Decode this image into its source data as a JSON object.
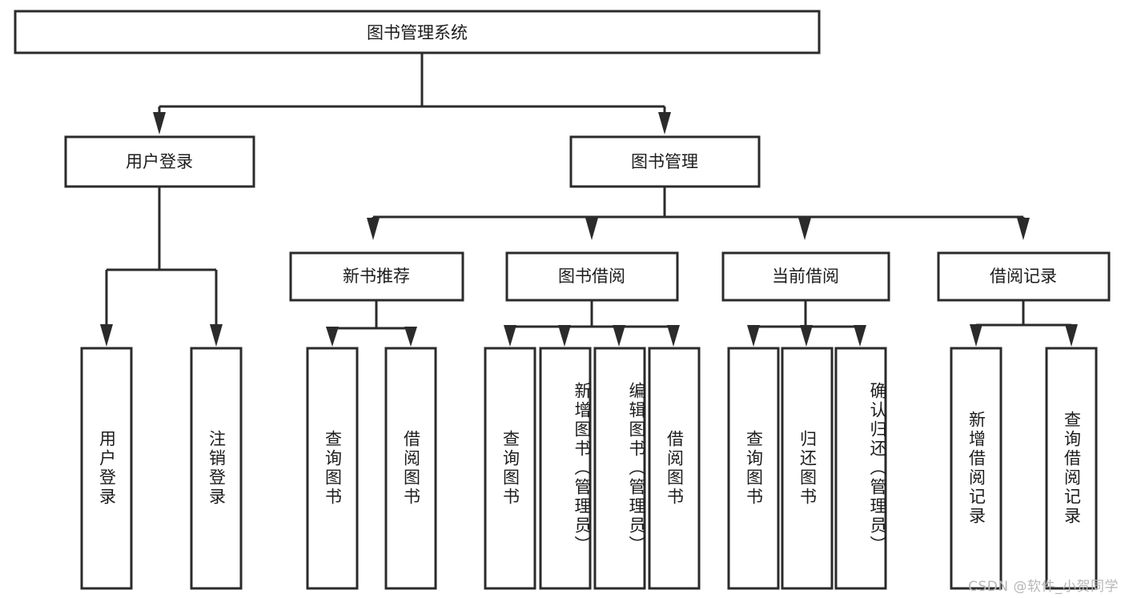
{
  "diagram": {
    "type": "tree",
    "title": "图书管理系统",
    "orientation": "top-down",
    "colors": {
      "box_fill": "#ffffff",
      "box_stroke": "#2b2b2b",
      "text": "#1c1c1c",
      "background": "#ffffff",
      "watermark": "#b7b7b7"
    },
    "root": {
      "label": "图书管理系统"
    },
    "level2": [
      {
        "label": "用户登录"
      },
      {
        "label": "图书管理"
      }
    ],
    "level3": [
      {
        "label": "新书推荐"
      },
      {
        "label": "图书借阅"
      },
      {
        "label": "当前借阅"
      },
      {
        "label": "借阅记录"
      }
    ],
    "leaves_user_login": [
      {
        "label": "用户登录"
      },
      {
        "label": "注销登录"
      }
    ],
    "leaves_new_book": [
      {
        "label": "查询图书"
      },
      {
        "label": "借阅图书"
      }
    ],
    "leaves_borrow": [
      {
        "label": "查询图书"
      },
      {
        "label": "新增图书（管理员）"
      },
      {
        "label": "编辑图书（管理员）"
      },
      {
        "label": "借阅图书"
      }
    ],
    "leaves_current": [
      {
        "label": "查询图书"
      },
      {
        "label": "归还图书"
      },
      {
        "label": "确认归还（管理员）"
      }
    ],
    "leaves_record": [
      {
        "label": "新增借阅记录"
      },
      {
        "label": "查询借阅记录"
      }
    ]
  },
  "watermark": {
    "text": "CSDN @软件_小贺同学"
  }
}
